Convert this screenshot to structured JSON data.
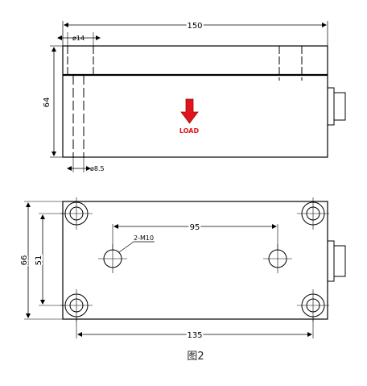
{
  "front_view": {
    "dim_width": "150",
    "dim_height": "64",
    "dim_top_hole": "ø14",
    "dim_bottom_hole": "ø8.5",
    "load_label": "LOAD"
  },
  "bottom_view": {
    "dim_height_outer": "66",
    "dim_height_inner": "51",
    "dim_thread_spacing": "95",
    "thread_label": "2-M10",
    "dim_mount_spacing": "135"
  },
  "caption": "图2",
  "colors": {
    "line": "#000000",
    "arrow": "#e0141b"
  }
}
